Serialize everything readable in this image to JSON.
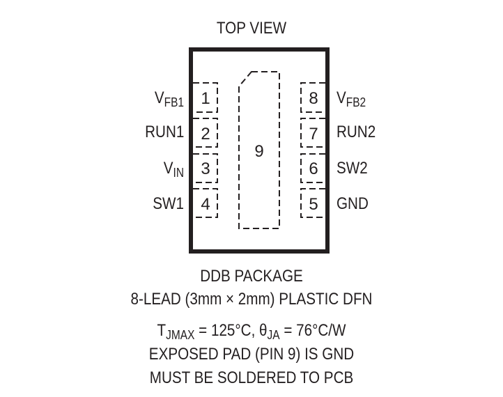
{
  "title": "TOP VIEW",
  "package": {
    "name": "DDB PACKAGE",
    "description": "8-LEAD (3mm × 2mm) PLASTIC DFN"
  },
  "exposed_pad": {
    "number": "9"
  },
  "pins_left": [
    {
      "number": "1",
      "name": "V",
      "sub": "FB1"
    },
    {
      "number": "2",
      "name": "RUN1",
      "sub": ""
    },
    {
      "number": "3",
      "name": "V",
      "sub": "IN"
    },
    {
      "number": "4",
      "name": "SW1",
      "sub": ""
    }
  ],
  "pins_right": [
    {
      "number": "8",
      "name": "V",
      "sub": "FB2"
    },
    {
      "number": "7",
      "name": "RUN2",
      "sub": ""
    },
    {
      "number": "6",
      "name": "SW2",
      "sub": ""
    },
    {
      "number": "5",
      "name": "GND",
      "sub": ""
    }
  ],
  "notes": {
    "thermal_t": "T",
    "thermal_t_sub": "JMAX",
    "thermal_t_val": " = 125°C, ",
    "thermal_theta": "θ",
    "thermal_theta_sub": "JA",
    "thermal_theta_val": " = 76°C/W",
    "line2": "EXPOSED PAD (PIN 9) IS GND",
    "line3": "MUST BE SOLDERED TO PCB"
  }
}
